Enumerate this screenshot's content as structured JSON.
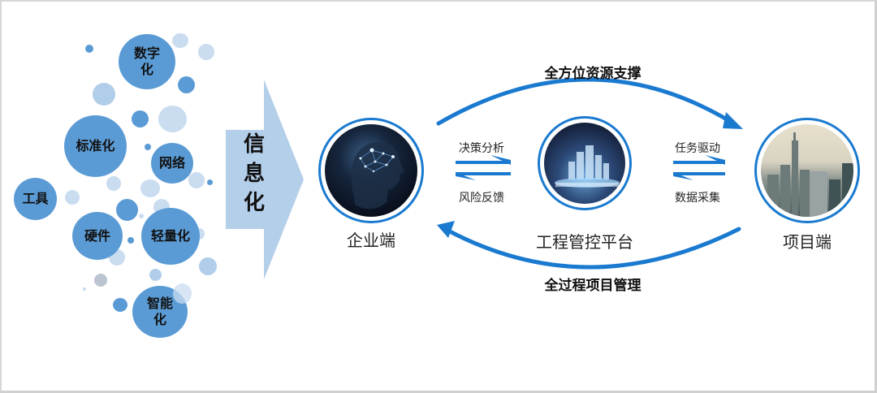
{
  "colors": {
    "accent": "#1a7ad0",
    "bubble_main": "#5b9bd5",
    "bubble_light": "#c9dcf0",
    "arrow_fill": "#b4cfea"
  },
  "bubbles": [
    {
      "label": "数字\n化"
    },
    {
      "label": "标准化"
    },
    {
      "label": "网络"
    },
    {
      "label": "工具"
    },
    {
      "label": "硬件"
    },
    {
      "label": "轻量化"
    },
    {
      "label": "智能\n化"
    }
  ],
  "transition_arrow": {
    "label": "信\n息\n化"
  },
  "nodes": {
    "enterprise": {
      "label": "企业端",
      "icon": "brain-network-image"
    },
    "platform": {
      "label": "工程管控平台",
      "icon": "city-hologram-image"
    },
    "project": {
      "label": "项目端",
      "icon": "city-skyline-image"
    }
  },
  "arcs": {
    "top": {
      "label": "全方位资源支撑"
    },
    "bottom": {
      "label": "全过程项目管理"
    }
  },
  "flows": {
    "left_forward": "决策分析",
    "left_backward": "风险反馈",
    "right_forward": "任务驱动",
    "right_backward": "数据采集"
  }
}
